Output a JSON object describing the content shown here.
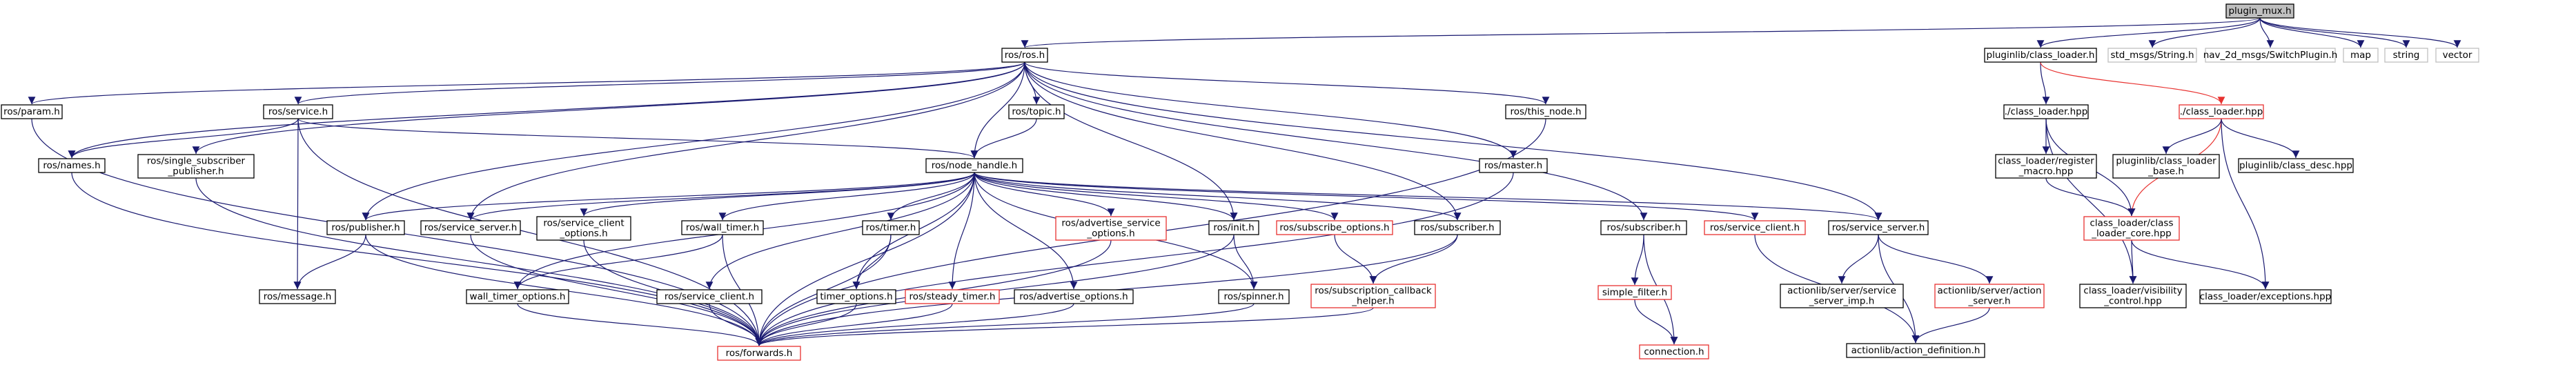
{
  "graph": {
    "nodes": [
      {
        "id": "plugin_mux",
        "lines": [
          "plugin_mux.h"
        ],
        "style": "root"
      },
      {
        "id": "ros_ros",
        "lines": [
          "ros/ros.h"
        ],
        "style": "black"
      },
      {
        "id": "pluginlib_class_loader",
        "lines": [
          "pluginlib/class_loader.h"
        ],
        "style": "black"
      },
      {
        "id": "std_msgs_string",
        "lines": [
          "std_msgs/String.h"
        ],
        "style": "gray"
      },
      {
        "id": "nav_2d_msgs_switch",
        "lines": [
          "nav_2d_msgs/SwitchPlugin.h"
        ],
        "style": "gray"
      },
      {
        "id": "map",
        "lines": [
          "map"
        ],
        "style": "gray"
      },
      {
        "id": "string",
        "lines": [
          "string"
        ],
        "style": "gray"
      },
      {
        "id": "vector",
        "lines": [
          "vector"
        ],
        "style": "gray"
      },
      {
        "id": "ros_param",
        "lines": [
          "ros/param.h"
        ],
        "style": "black"
      },
      {
        "id": "ros_service",
        "lines": [
          "ros/service.h"
        ],
        "style": "black"
      },
      {
        "id": "ros_topic",
        "lines": [
          "ros/topic.h"
        ],
        "style": "black"
      },
      {
        "id": "ros_this_node",
        "lines": [
          "ros/this_node.h"
        ],
        "style": "black"
      },
      {
        "id": "class_loader_hpp1",
        "lines": [
          "./class_loader.hpp"
        ],
        "style": "black"
      },
      {
        "id": "class_loader_hpp2",
        "lines": [
          "./class_loader.hpp"
        ],
        "style": "red"
      },
      {
        "id": "ros_names",
        "lines": [
          "ros/names.h"
        ],
        "style": "black"
      },
      {
        "id": "ros_single_sub_pub",
        "lines": [
          "ros/single_subscriber",
          "_publisher.h"
        ],
        "style": "black"
      },
      {
        "id": "ros_node_handle",
        "lines": [
          "ros/node_handle.h"
        ],
        "style": "black"
      },
      {
        "id": "ros_master",
        "lines": [
          "ros/master.h"
        ],
        "style": "black"
      },
      {
        "id": "class_loader_register",
        "lines": [
          "class_loader/register",
          "_macro.hpp"
        ],
        "style": "black"
      },
      {
        "id": "pluginlib_class_loader_base",
        "lines": [
          "pluginlib/class_loader",
          "_base.h"
        ],
        "style": "black"
      },
      {
        "id": "pluginlib_class_desc",
        "lines": [
          "pluginlib/class_desc.hpp"
        ],
        "style": "black"
      },
      {
        "id": "ros_publisher",
        "lines": [
          "ros/publisher.h"
        ],
        "style": "black"
      },
      {
        "id": "ros_service_server_left",
        "lines": [
          "ros/service_server.h"
        ],
        "style": "black"
      },
      {
        "id": "ros_service_client_options",
        "lines": [
          "ros/service_client",
          "_options.h"
        ],
        "style": "black"
      },
      {
        "id": "ros_wall_timer",
        "lines": [
          "ros/wall_timer.h"
        ],
        "style": "black"
      },
      {
        "id": "ros_timer",
        "lines": [
          "ros/timer.h"
        ],
        "style": "black"
      },
      {
        "id": "ros_advertise_service_options",
        "lines": [
          "ros/advertise_service",
          "_options.h"
        ],
        "style": "red"
      },
      {
        "id": "ros_init",
        "lines": [
          "ros/init.h"
        ],
        "style": "black"
      },
      {
        "id": "ros_subscribe_options",
        "lines": [
          "ros/subscribe_options.h"
        ],
        "style": "red"
      },
      {
        "id": "ros_subscriber_mid",
        "lines": [
          "ros/subscriber.h"
        ],
        "style": "black"
      },
      {
        "id": "ros_subscriber_right",
        "lines": [
          "ros/subscriber.h"
        ],
        "style": "black"
      },
      {
        "id": "ros_service_client",
        "lines": [
          "ros/service_client.h"
        ],
        "style": "red"
      },
      {
        "id": "ros_service_server_right",
        "lines": [
          "ros/service_server.h"
        ],
        "style": "black"
      },
      {
        "id": "class_loader_core",
        "lines": [
          "class_loader/class",
          "_loader_core.hpp"
        ],
        "style": "red"
      },
      {
        "id": "ros_message",
        "lines": [
          "ros/message.h"
        ],
        "style": "black"
      },
      {
        "id": "wall_timer_options",
        "lines": [
          "wall_timer_options.h"
        ],
        "style": "black"
      },
      {
        "id": "ros_service_client_h",
        "lines": [
          "ros/service_client.h"
        ],
        "style": "black"
      },
      {
        "id": "timer_options",
        "lines": [
          "timer_options.h"
        ],
        "style": "black"
      },
      {
        "id": "ros_steady_timer",
        "lines": [
          "ros/steady_timer.h"
        ],
        "style": "red"
      },
      {
        "id": "ros_advertise_options",
        "lines": [
          "ros/advertise_options.h"
        ],
        "style": "black"
      },
      {
        "id": "ros_spinner",
        "lines": [
          "ros/spinner.h"
        ],
        "style": "black"
      },
      {
        "id": "ros_subscription_callback_helper",
        "lines": [
          "ros/subscription_callback",
          "_helper.h"
        ],
        "style": "red"
      },
      {
        "id": "simple_filter",
        "lines": [
          "simple_filter.h"
        ],
        "style": "red"
      },
      {
        "id": "actionlib_service_server_imp",
        "lines": [
          "actionlib/server/service",
          "_server_imp.h"
        ],
        "style": "black"
      },
      {
        "id": "actionlib_action_server",
        "lines": [
          "actionlib/server/action",
          "_server.h"
        ],
        "style": "red"
      },
      {
        "id": "class_loader_visibility",
        "lines": [
          "class_loader/visibility",
          "_control.hpp"
        ],
        "style": "black"
      },
      {
        "id": "class_loader_exceptions",
        "lines": [
          "class_loader/exceptions.hpp"
        ],
        "style": "black"
      },
      {
        "id": "ros_forwards",
        "lines": [
          "ros/forwards.h"
        ],
        "style": "red"
      },
      {
        "id": "connection",
        "lines": [
          "connection.h"
        ],
        "style": "red"
      },
      {
        "id": "actionlib_action_definition",
        "lines": [
          "actionlib/action_definition.h"
        ],
        "style": "black"
      }
    ],
    "edges": [
      {
        "from": "plugin_mux",
        "to": "ros_ros",
        "style": "blue"
      },
      {
        "from": "plugin_mux",
        "to": "pluginlib_class_loader",
        "style": "blue"
      },
      {
        "from": "plugin_mux",
        "to": "std_msgs_string",
        "style": "blue"
      },
      {
        "from": "plugin_mux",
        "to": "nav_2d_msgs_switch",
        "style": "blue"
      },
      {
        "from": "plugin_mux",
        "to": "map",
        "style": "blue"
      },
      {
        "from": "plugin_mux",
        "to": "string",
        "style": "blue"
      },
      {
        "from": "plugin_mux",
        "to": "vector",
        "style": "blue"
      },
      {
        "from": "ros_ros",
        "to": "ros_param",
        "style": "blue"
      },
      {
        "from": "ros_ros",
        "to": "ros_names",
        "style": "blue"
      },
      {
        "from": "ros_ros",
        "to": "ros_service",
        "style": "blue"
      },
      {
        "from": "ros_ros",
        "to": "ros_single_sub_pub",
        "style": "blue"
      },
      {
        "from": "ros_ros",
        "to": "ros_topic",
        "style": "blue"
      },
      {
        "from": "ros_ros",
        "to": "ros_node_handle",
        "style": "blue"
      },
      {
        "from": "ros_ros",
        "to": "ros_this_node",
        "style": "blue"
      },
      {
        "from": "ros_ros",
        "to": "ros_master",
        "style": "blue"
      },
      {
        "from": "ros_ros",
        "to": "ros_publisher",
        "style": "blue"
      },
      {
        "from": "ros_ros",
        "to": "ros_service_server_left",
        "style": "blue"
      },
      {
        "from": "ros_ros",
        "to": "ros_init",
        "style": "blue"
      },
      {
        "from": "ros_ros",
        "to": "ros_subscriber_mid",
        "style": "blue"
      },
      {
        "from": "ros_ros",
        "to": "ros_subscriber_right",
        "style": "blue"
      },
      {
        "from": "ros_ros",
        "to": "ros_service_server_right",
        "style": "blue"
      },
      {
        "from": "ros_param",
        "to": "ros_forwards",
        "style": "blue"
      },
      {
        "from": "ros_service",
        "to": "ros_names",
        "style": "blue"
      },
      {
        "from": "ros_service",
        "to": "ros_node_handle",
        "style": "blue"
      },
      {
        "from": "ros_service",
        "to": "ros_message",
        "style": "blue"
      },
      {
        "from": "ros_service",
        "to": "ros_forwards",
        "style": "blue"
      },
      {
        "from": "ros_topic",
        "to": "ros_node_handle",
        "style": "blue"
      },
      {
        "from": "ros_this_node",
        "to": "ros_forwards",
        "style": "blue"
      },
      {
        "from": "ros_names",
        "to": "ros_forwards",
        "style": "blue"
      },
      {
        "from": "ros_single_sub_pub",
        "to": "ros_forwards",
        "style": "blue"
      },
      {
        "from": "ros_master",
        "to": "ros_forwards",
        "style": "blue"
      },
      {
        "from": "ros_node_handle",
        "to": "ros_publisher",
        "style": "blue"
      },
      {
        "from": "ros_node_handle",
        "to": "ros_service_server_left",
        "style": "blue"
      },
      {
        "from": "ros_node_handle",
        "to": "ros_service_client_options",
        "style": "blue"
      },
      {
        "from": "ros_node_handle",
        "to": "ros_wall_timer",
        "style": "blue"
      },
      {
        "from": "ros_node_handle",
        "to": "wall_timer_options",
        "style": "blue"
      },
      {
        "from": "ros_node_handle",
        "to": "ros_timer",
        "style": "blue"
      },
      {
        "from": "ros_node_handle",
        "to": "ros_service_client_h",
        "style": "blue"
      },
      {
        "from": "ros_node_handle",
        "to": "timer_options",
        "style": "blue"
      },
      {
        "from": "ros_node_handle",
        "to": "ros_steady_timer",
        "style": "blue"
      },
      {
        "from": "ros_node_handle",
        "to": "ros_advertise_service_options",
        "style": "blue"
      },
      {
        "from": "ros_node_handle",
        "to": "ros_advertise_options",
        "style": "blue"
      },
      {
        "from": "ros_node_handle",
        "to": "ros_init",
        "style": "blue"
      },
      {
        "from": "ros_node_handle",
        "to": "ros_spinner",
        "style": "blue"
      },
      {
        "from": "ros_node_handle",
        "to": "ros_subscribe_options",
        "style": "blue"
      },
      {
        "from": "ros_node_handle",
        "to": "ros_subscriber_mid",
        "style": "blue"
      },
      {
        "from": "ros_node_handle",
        "to": "ros_service_client",
        "style": "blue"
      },
      {
        "from": "ros_node_handle",
        "to": "ros_service_server_right",
        "style": "blue"
      },
      {
        "from": "ros_node_handle",
        "to": "ros_forwards",
        "style": "blue"
      },
      {
        "from": "ros_publisher",
        "to": "ros_message",
        "style": "blue"
      },
      {
        "from": "ros_publisher",
        "to": "ros_forwards",
        "style": "blue"
      },
      {
        "from": "ros_service_server_left",
        "to": "ros_forwards",
        "style": "blue"
      },
      {
        "from": "ros_service_client_options",
        "to": "ros_forwards",
        "style": "blue"
      },
      {
        "from": "ros_wall_timer",
        "to": "wall_timer_options",
        "style": "blue"
      },
      {
        "from": "ros_wall_timer",
        "to": "ros_forwards",
        "style": "blue"
      },
      {
        "from": "wall_timer_options",
        "to": "ros_forwards",
        "style": "blue"
      },
      {
        "from": "ros_timer",
        "to": "timer_options",
        "style": "blue"
      },
      {
        "from": "ros_timer",
        "to": "ros_forwards",
        "style": "blue"
      },
      {
        "from": "ros_service_client_h",
        "to": "ros_forwards",
        "style": "blue"
      },
      {
        "from": "timer_options",
        "to": "ros_forwards",
        "style": "blue"
      },
      {
        "from": "ros_steady_timer",
        "to": "ros_forwards",
        "style": "blue"
      },
      {
        "from": "ros_advertise_service_options",
        "to": "ros_forwards",
        "style": "blue"
      },
      {
        "from": "ros_advertise_options",
        "to": "ros_forwards",
        "style": "blue"
      },
      {
        "from": "ros_init",
        "to": "ros_spinner",
        "style": "blue"
      },
      {
        "from": "ros_init",
        "to": "ros_forwards",
        "style": "blue"
      },
      {
        "from": "ros_spinner",
        "to": "ros_forwards",
        "style": "blue"
      },
      {
        "from": "ros_subscribe_options",
        "to": "ros_subscription_callback_helper",
        "style": "blue"
      },
      {
        "from": "ros_subscriber_mid",
        "to": "ros_subscription_callback_helper",
        "style": "blue"
      },
      {
        "from": "ros_subscriber_mid",
        "to": "ros_forwards",
        "style": "blue"
      },
      {
        "from": "ros_subscription_callback_helper",
        "to": "ros_forwards",
        "style": "blue"
      },
      {
        "from": "ros_subscriber_right",
        "to": "simple_filter",
        "style": "blue"
      },
      {
        "from": "ros_subscriber_right",
        "to": "connection",
        "style": "blue"
      },
      {
        "from": "simple_filter",
        "to": "connection",
        "style": "blue"
      },
      {
        "from": "ros_service_client",
        "to": "actionlib_action_definition",
        "style": "blue"
      },
      {
        "from": "ros_service_server_right",
        "to": "actionlib_service_server_imp",
        "style": "blue"
      },
      {
        "from": "ros_service_server_right",
        "to": "actionlib_action_server",
        "style": "blue"
      },
      {
        "from": "ros_service_server_right",
        "to": "actionlib_action_definition",
        "style": "blue"
      },
      {
        "from": "actionlib_action_server",
        "to": "actionlib_action_definition",
        "style": "blue"
      },
      {
        "from": "pluginlib_class_loader",
        "to": "class_loader_hpp1",
        "style": "blue"
      },
      {
        "from": "pluginlib_class_loader",
        "to": "class_loader_hpp2",
        "style": "red"
      },
      {
        "from": "class_loader_hpp1",
        "to": "class_loader_register",
        "style": "blue"
      },
      {
        "from": "class_loader_hpp1",
        "to": "class_loader_core",
        "style": "blue"
      },
      {
        "from": "class_loader_hpp1",
        "to": "class_loader_visibility",
        "style": "blue"
      },
      {
        "from": "class_loader_hpp2",
        "to": "pluginlib_class_loader_base",
        "style": "blue"
      },
      {
        "from": "class_loader_hpp2",
        "to": "pluginlib_class_desc",
        "style": "blue"
      },
      {
        "from": "class_loader_hpp2",
        "to": "class_loader_core",
        "style": "red"
      },
      {
        "from": "class_loader_hpp2",
        "to": "class_loader_exceptions",
        "style": "blue"
      },
      {
        "from": "class_loader_register",
        "to": "class_loader_core",
        "style": "blue"
      },
      {
        "from": "class_loader_core",
        "to": "class_loader_visibility",
        "style": "blue"
      },
      {
        "from": "class_loader_core",
        "to": "class_loader_exceptions",
        "style": "blue"
      }
    ]
  }
}
